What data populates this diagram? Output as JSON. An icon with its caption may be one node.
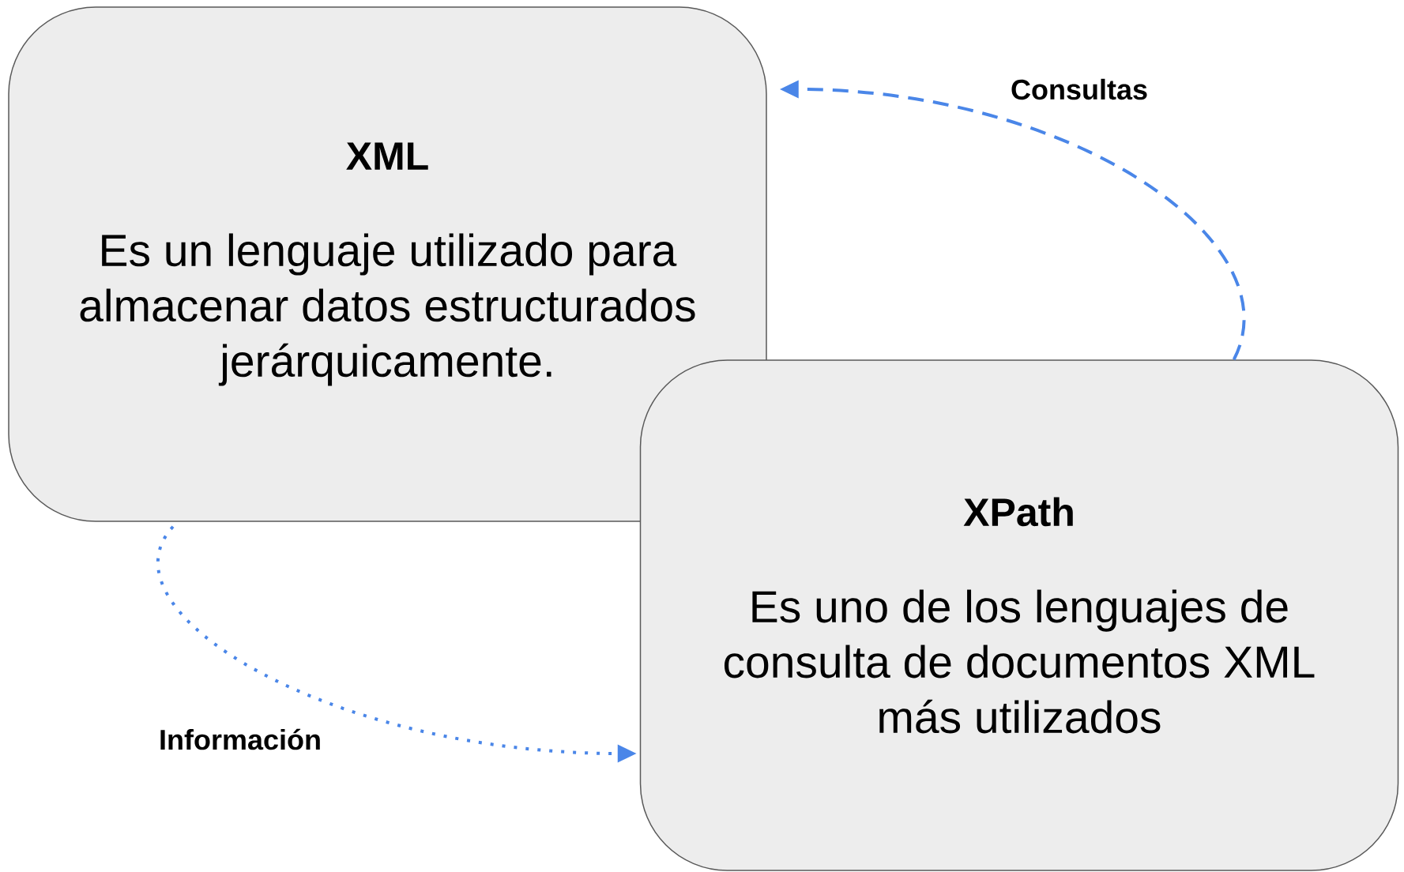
{
  "diagram": {
    "nodes": [
      {
        "text": [
          "XML",
          "Es un lenguaje utilizado para almacenar datos estructurados jerárquicamente."
        ]
      },
      {
        "text": [
          "XPath",
          "Es uno de los lenguajes de consulta de documentos XML más utilizados"
        ]
      }
    ],
    "edges": [
      {
        "from": 1,
        "to": 0,
        "arrow": "to",
        "label": "Consultas",
        "style": "dashed"
      },
      {
        "from": 0,
        "to": 1,
        "arrow": "to",
        "label": "Información",
        "style": "dashed"
      }
    ]
  }
}
